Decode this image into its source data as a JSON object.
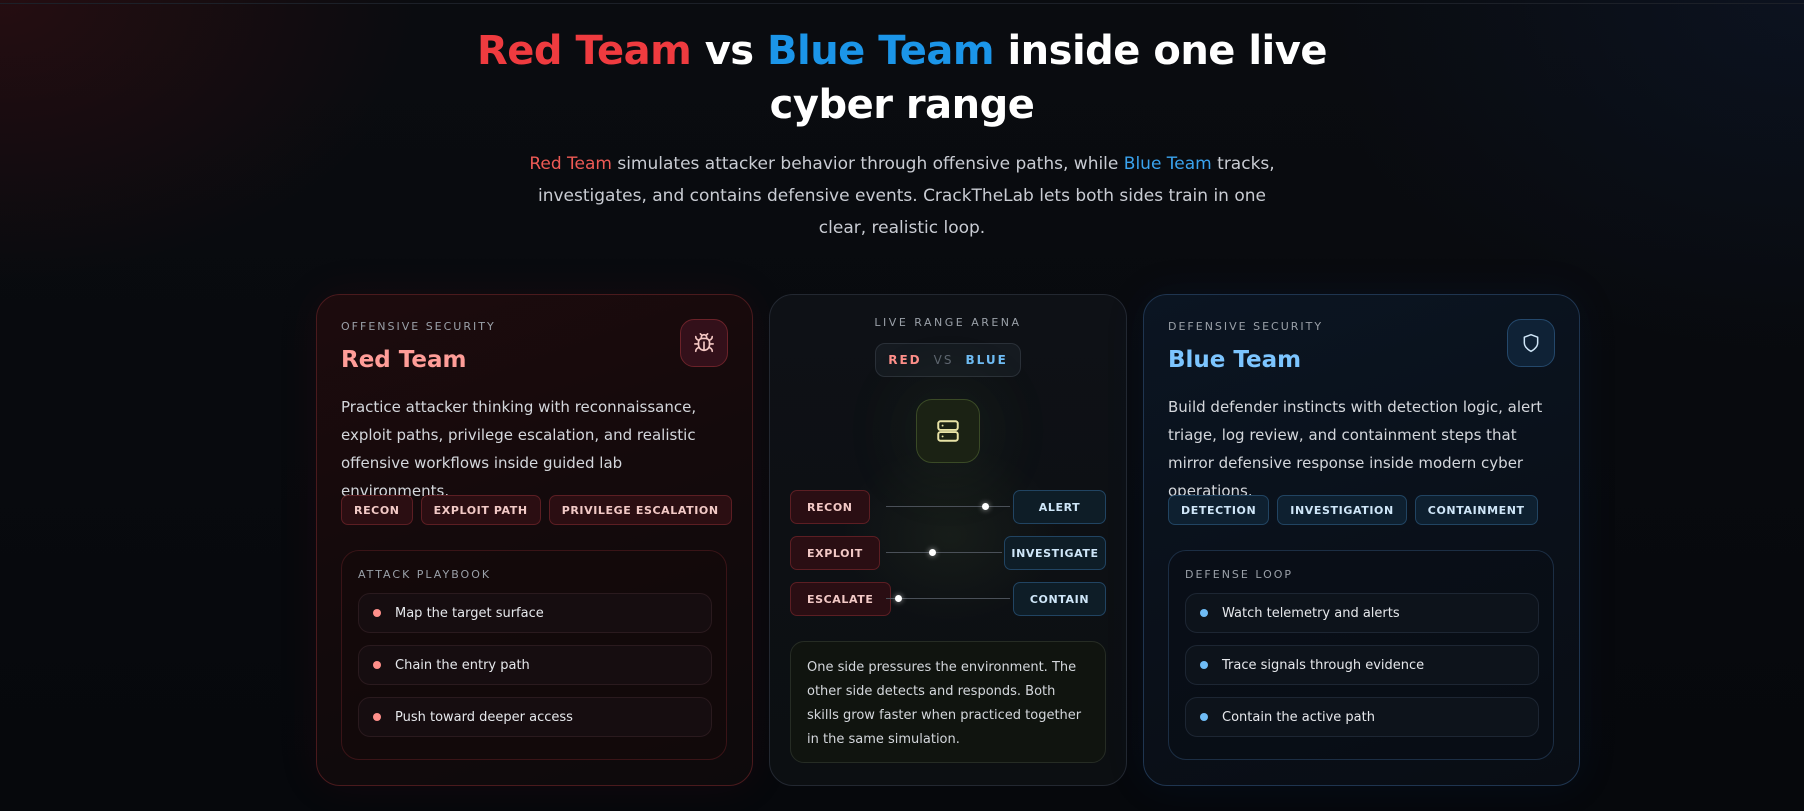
{
  "hero": {
    "headline_red": "Red Team",
    "headline_vs": " vs ",
    "headline_blue": "Blue Team",
    "headline_rest": " inside one live cyber range",
    "sub_red": "Red Team",
    "sub_mid": " simulates attacker behavior through offensive paths, while ",
    "sub_blue": "Blue Team",
    "sub_rest": " tracks, investigates, and contains defensive events. CrackTheLab lets both sides train in one clear, realistic loop."
  },
  "red_card": {
    "eyebrow": "OFFENSIVE SECURITY",
    "title": "Red Team",
    "icon": "bug-icon",
    "description": "Practice attacker thinking with reconnaissance, exploit paths, privilege escalation, and realistic offensive workflows inside guided lab environments.",
    "tags": [
      "RECON",
      "EXPLOIT PATH",
      "PRIVILEGE ESCALATION"
    ],
    "playbook_title": "ATTACK PLAYBOOK",
    "playbook_items": [
      "Map the target surface",
      "Chain the entry path",
      "Push toward deeper access"
    ]
  },
  "arena": {
    "title": "LIVE RANGE ARENA",
    "vs_red": "RED",
    "vs_vs": "VS",
    "vs_blue": "BLUE",
    "icon": "server-icon",
    "lanes": [
      {
        "left": "RECON",
        "right": "ALERT",
        "progress": 0.8
      },
      {
        "left": "EXPLOIT",
        "right": "INVESTIGATE",
        "progress": 0.4
      },
      {
        "left": "ESCALATE",
        "right": "CONTAIN",
        "progress": 0.1
      }
    ],
    "note": "One side pressures the environment. The other side detects and responds. Both skills grow faster when practiced together in the same simulation."
  },
  "blue_card": {
    "eyebrow": "DEFENSIVE SECURITY",
    "title": "Blue Team",
    "icon": "shield-icon",
    "description": "Build defender instincts with detection logic, alert triage, log review, and containment steps that mirror defensive response inside modern cyber operations.",
    "tags": [
      "DETECTION",
      "INVESTIGATION",
      "CONTAINMENT"
    ],
    "loop_title": "DEFENSE LOOP",
    "loop_items": [
      "Watch telemetry and alerts",
      "Trace signals through evidence",
      "Contain the active path"
    ]
  },
  "colors": {
    "red_accent": "#ef3b3f",
    "blue_accent": "#1b95e8",
    "background": "#06080c"
  }
}
